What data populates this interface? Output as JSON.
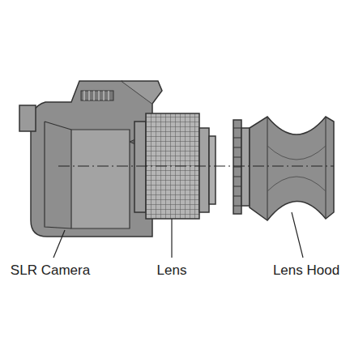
{
  "diagram": {
    "labels": [
      "SLR Camera",
      "Lens",
      "Lens Hood"
    ]
  }
}
